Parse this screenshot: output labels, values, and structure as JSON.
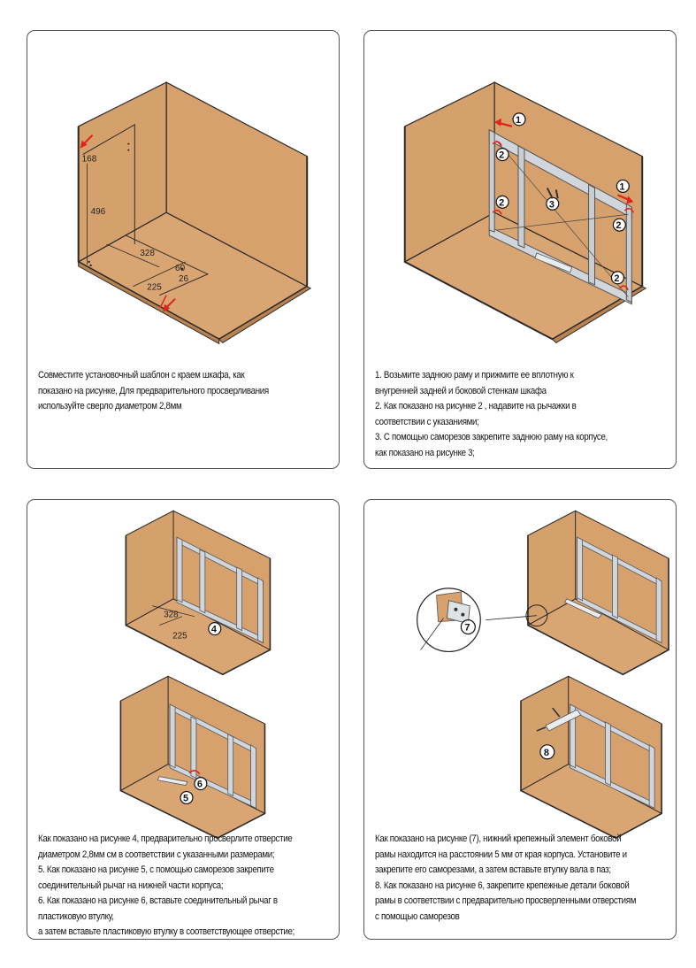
{
  "panels": [
    {
      "id": "step-1",
      "dimensions": [
        "168",
        "496",
        "328",
        "60",
        "26",
        "225"
      ],
      "caption": [
        "Совместите установочный шаблон с краем шкафа, как",
        "показано на рисунке, Для предварительного просверливания",
        "используйте сверло диаметром 2,8мм"
      ]
    },
    {
      "id": "step-2",
      "markers": [
        "1",
        "2",
        "3"
      ],
      "caption": [
        "1. Возьмите заднюю раму и прижмите  ее вплотную к",
        "внугренней задней и боковой стенкам шкафа",
        "2. Как показано на рисунке 2 , надавите на рычажки в",
        "соответствии с указаниями;",
        "3. С помощью саморезов закрепите заднюю раму на корпусе,",
        "как показано на рисунке 3;"
      ]
    },
    {
      "id": "step-3",
      "dimensions": [
        "328",
        "225"
      ],
      "markers": [
        "4",
        "5",
        "6"
      ],
      "caption": [
        "Как показано на рисунке 4, предварительно просверлите отверстие",
        "диаметром 2,8мм см в соответствии с указанными размерами;",
        "5. Как показано на рисунке 5, с помощью саморезов закрепите",
        "соединительный рычаг на нижней части корпуса;",
        "6. Как показано на рисунке 6, вставьте соединительный рычаг в",
        "пластиковую втулку,",
        "а затем вставьте пластиковую втулку в соответствующее отверстие;"
      ]
    },
    {
      "id": "step-4",
      "markers": [
        "7",
        "8"
      ],
      "caption": [
        "Как показано на рисунке (7), нижний крепежный элемент боковой",
        "рамы находится на расстоянии 5 мм от края корпуса. Установите и",
        "закрепите его саморезами, а затем вставьте втулку вала в паз;",
        "8. Как показано на рисунке 6, закрепите крепежные детали боковой",
        "рамы в соответствии с предварительно просверленными отверстиям",
        "с помощью саморезов"
      ]
    }
  ],
  "colors": {
    "wood": "#d7a16e",
    "wood_dark": "#c48c58",
    "edge": "#2a2a2a",
    "arrow": "#e0221b",
    "frame": "#cfd6dc"
  }
}
